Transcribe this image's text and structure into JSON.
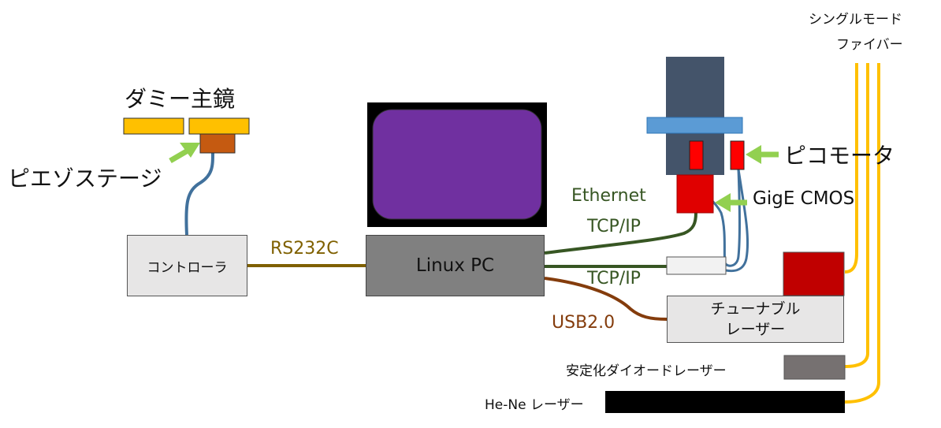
{
  "labels": {
    "dummy_mirror": "ダミー主鏡",
    "piezo_stage": "ピエゾステージ",
    "pico_motor": "ピコモータ",
    "gige_cmos": "GigE CMOS",
    "single_mode_fiber_line1": "シングルモード",
    "single_mode_fiber_line2": "ファイバー",
    "stabilized_diode_laser": "安定化ダイオードレーザー",
    "hene_laser": "He-Ne レーザー"
  },
  "boxes": {
    "controller": "コントローラ",
    "linux_pc": "Linux PC",
    "tunable_laser_line1": "チューナブル",
    "tunable_laser_line2": "レーザー"
  },
  "links": {
    "rs232c": "RS232C",
    "ethernet_line1": "Ethernet",
    "ethernet_line2": "TCP/IP",
    "tcpip": "TCP/IP",
    "usb": "USB2.0"
  },
  "colors": {
    "yellow_mirror": "#ffc000",
    "piezo_orange": "#c55a11",
    "cable_blue": "#41719c",
    "rs232_olive": "#7f6000",
    "ethernet_green": "#375623",
    "usb_brown": "#843c0c",
    "fiber_yellow": "#ffc000",
    "monitor_purple": "#7030a0",
    "camera_red": "#c00000",
    "telescope_slate": "#44546a",
    "flange_blue": "#5b9bd5",
    "arrow_green": "#92d050",
    "pc_gray": "#808080",
    "box_light": "#e7e6e6",
    "stab_laser_gray": "#767171"
  }
}
